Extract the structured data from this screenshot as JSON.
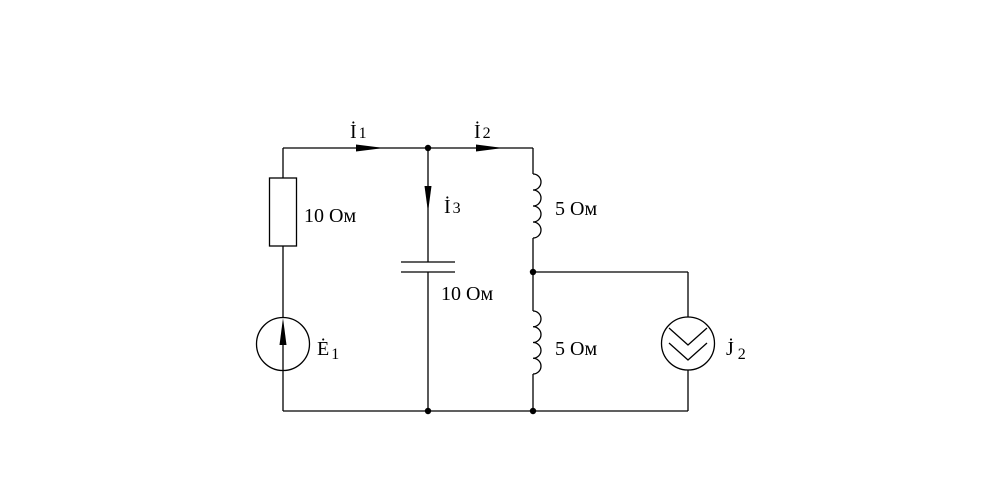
{
  "labels": {
    "i1": {
      "letter": "İ",
      "sub": "1"
    },
    "i2": {
      "letter": "İ",
      "sub": "2"
    },
    "i3": {
      "letter": "İ",
      "sub": "3"
    },
    "e1": {
      "letter": "Ė",
      "sub": "1"
    },
    "j2": {
      "letter": "J̇",
      "sub": "2"
    }
  },
  "values": {
    "r1": "10 Ом",
    "c1": "10 Ом",
    "l1": "5 Ом",
    "l2": "5 Ом"
  }
}
